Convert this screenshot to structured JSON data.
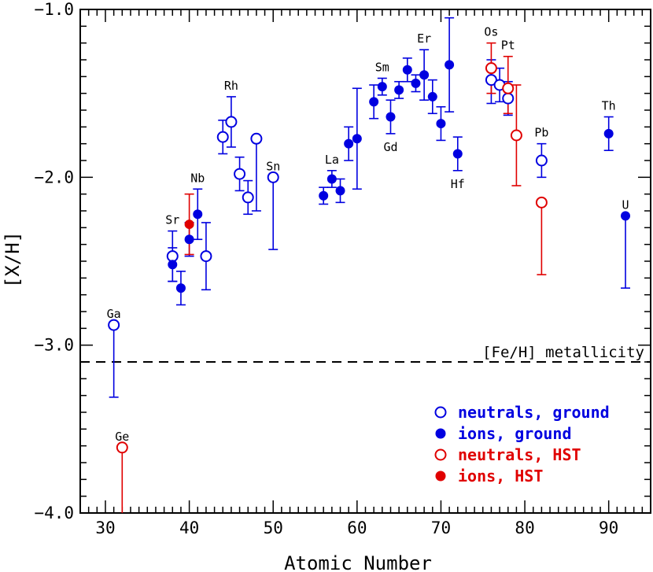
{
  "chart_data": {
    "type": "scatter",
    "xlabel": "Atomic Number",
    "ylabel": "[X/H]",
    "xlim": [
      27,
      95
    ],
    "ylim": [
      -4.0,
      -1.0
    ],
    "x_ticks": [
      30,
      40,
      50,
      60,
      70,
      80,
      90
    ],
    "x_tick_labels": [
      "30",
      "40",
      "50",
      "60",
      "70",
      "80",
      "90"
    ],
    "y_ticks": [
      -4.0,
      -3.0,
      -2.0,
      -1.0
    ],
    "y_tick_labels": [
      "−4.0",
      "−3.0",
      "−2.0",
      "−1.0"
    ],
    "grid": false,
    "reference_line": {
      "y": -3.1,
      "label": "[Fe/H] metallicity",
      "style": "dashed"
    },
    "colors": {
      "ground": "#0000e0",
      "hst": "#e00000"
    },
    "series": [
      {
        "name": "neutrals, ground",
        "marker": "open",
        "color": "#0000e0",
        "points": [
          {
            "x": 31,
            "y": -2.88,
            "lo": -3.31,
            "hi": -2.88
          },
          {
            "x": 38,
            "y": -2.47,
            "lo": -2.62,
            "hi": -2.32
          },
          {
            "x": 42,
            "y": -2.47,
            "lo": -2.67,
            "hi": -2.27
          },
          {
            "x": 44,
            "y": -1.76,
            "lo": -1.86,
            "hi": -1.66
          },
          {
            "x": 45,
            "y": -1.67,
            "lo": -1.82,
            "hi": -1.52
          },
          {
            "x": 46,
            "y": -1.98,
            "lo": -2.08,
            "hi": -1.88
          },
          {
            "x": 47,
            "y": -2.12,
            "lo": -2.22,
            "hi": -2.02
          },
          {
            "x": 48,
            "y": -1.77,
            "lo": -2.2,
            "hi": -1.77
          },
          {
            "x": 50,
            "y": -2.0,
            "lo": -2.43,
            "hi": -2.0
          },
          {
            "x": 76,
            "y": -1.42,
            "lo": -1.56,
            "hi": -1.3
          },
          {
            "x": 77,
            "y": -1.45,
            "lo": -1.55,
            "hi": -1.35
          },
          {
            "x": 78,
            "y": -1.53,
            "lo": -1.63,
            "hi": -1.43
          },
          {
            "x": 82,
            "y": -1.9,
            "lo": -2.0,
            "hi": -1.8
          }
        ]
      },
      {
        "name": "ions, ground",
        "marker": "filled",
        "color": "#0000e0",
        "points": [
          {
            "x": 38,
            "y": -2.52,
            "lo": -2.62,
            "hi": -2.42
          },
          {
            "x": 39,
            "y": -2.66,
            "lo": -2.76,
            "hi": -2.56
          },
          {
            "x": 40,
            "y": -2.37,
            "lo": -2.47,
            "hi": -2.27
          },
          {
            "x": 41,
            "y": -2.22,
            "lo": -2.37,
            "hi": -2.07
          },
          {
            "x": 56,
            "y": -2.11,
            "lo": -2.16,
            "hi": -2.06
          },
          {
            "x": 57,
            "y": -2.01,
            "lo": -2.06,
            "hi": -1.96
          },
          {
            "x": 58,
            "y": -2.08,
            "lo": -2.15,
            "hi": -2.01
          },
          {
            "x": 59,
            "y": -1.8,
            "lo": -1.9,
            "hi": -1.7
          },
          {
            "x": 60,
            "y": -1.77,
            "lo": -2.07,
            "hi": -1.47
          },
          {
            "x": 62,
            "y": -1.55,
            "lo": -1.65,
            "hi": -1.45
          },
          {
            "x": 63,
            "y": -1.46,
            "lo": -1.51,
            "hi": -1.41
          },
          {
            "x": 64,
            "y": -1.64,
            "lo": -1.74,
            "hi": -1.54
          },
          {
            "x": 65,
            "y": -1.48,
            "lo": -1.53,
            "hi": -1.43
          },
          {
            "x": 66,
            "y": -1.36,
            "lo": -1.43,
            "hi": -1.29
          },
          {
            "x": 67,
            "y": -1.44,
            "lo": -1.49,
            "hi": -1.39
          },
          {
            "x": 68,
            "y": -1.39,
            "lo": -1.54,
            "hi": -1.24
          },
          {
            "x": 69,
            "y": -1.52,
            "lo": -1.62,
            "hi": -1.42
          },
          {
            "x": 70,
            "y": -1.68,
            "lo": -1.78,
            "hi": -1.58
          },
          {
            "x": 71,
            "y": -1.33,
            "lo": -1.61,
            "hi": -1.05
          },
          {
            "x": 72,
            "y": -1.86,
            "lo": -1.96,
            "hi": -1.76
          },
          {
            "x": 90,
            "y": -1.74,
            "lo": -1.84,
            "hi": -1.64
          },
          {
            "x": 92,
            "y": -2.23,
            "lo": -2.66,
            "hi": -2.23
          }
        ]
      },
      {
        "name": "neutrals, HST",
        "marker": "open",
        "color": "#e00000",
        "points": [
          {
            "x": 32,
            "y": -3.61,
            "lo": -4.0,
            "hi": -3.61
          },
          {
            "x": 76,
            "y": -1.35,
            "lo": -1.5,
            "hi": -1.2
          },
          {
            "x": 78,
            "y": -1.47,
            "lo": -1.62,
            "hi": -1.28
          },
          {
            "x": 79,
            "y": -1.75,
            "lo": -2.05,
            "hi": -1.45
          },
          {
            "x": 82,
            "y": -2.15,
            "lo": -2.58,
            "hi": -2.15
          }
        ]
      },
      {
        "name": "ions, HST",
        "marker": "filled",
        "color": "#e00000",
        "points": [
          {
            "x": 40,
            "y": -2.28,
            "lo": -2.46,
            "hi": -2.1
          }
        ]
      }
    ],
    "element_labels": [
      {
        "text": "Ga",
        "x": 31,
        "y": -2.88,
        "pos": "above"
      },
      {
        "text": "Ge",
        "x": 32,
        "y": -3.61,
        "pos": "above"
      },
      {
        "text": "Sr",
        "x": 38,
        "y": -2.32,
        "pos": "above"
      },
      {
        "text": "Nb",
        "x": 41,
        "y": -2.07,
        "pos": "above"
      },
      {
        "text": "Rh",
        "x": 45,
        "y": -1.52,
        "pos": "above"
      },
      {
        "text": "Sn",
        "x": 50,
        "y": -2.0,
        "pos": "above"
      },
      {
        "text": "La",
        "x": 57,
        "y": -1.96,
        "pos": "above"
      },
      {
        "text": "Sm",
        "x": 63,
        "y": -1.41,
        "pos": "above"
      },
      {
        "text": "Gd",
        "x": 64,
        "y": -1.74,
        "pos": "below"
      },
      {
        "text": "Er",
        "x": 68,
        "y": -1.24,
        "pos": "above"
      },
      {
        "text": "Hf",
        "x": 72,
        "y": -1.96,
        "pos": "below"
      },
      {
        "text": "Os",
        "x": 76,
        "y": -1.2,
        "pos": "above"
      },
      {
        "text": "Pt",
        "x": 78,
        "y": -1.28,
        "pos": "above"
      },
      {
        "text": "Pb",
        "x": 82,
        "y": -1.8,
        "pos": "above"
      },
      {
        "text": "Th",
        "x": 90,
        "y": -1.64,
        "pos": "above"
      },
      {
        "text": "U",
        "x": 92,
        "y": -2.23,
        "pos": "above"
      }
    ],
    "legend": {
      "placement": "bottom-right",
      "entries": [
        {
          "label": "neutrals, ground",
          "marker": "open",
          "color": "#0000e0"
        },
        {
          "label": "ions, ground",
          "marker": "filled",
          "color": "#0000e0"
        },
        {
          "label": "neutrals, HST",
          "marker": "open",
          "color": "#e00000"
        },
        {
          "label": "ions, HST",
          "marker": "filled",
          "color": "#e00000"
        }
      ]
    }
  }
}
